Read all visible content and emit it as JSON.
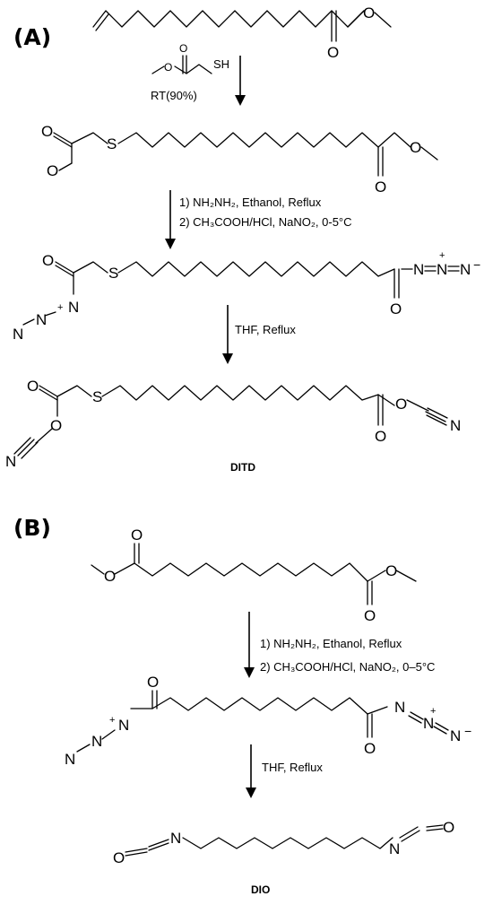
{
  "panels": {
    "a": "(A)",
    "b": "(B)"
  },
  "atoms": {
    "O": "O",
    "S": "S",
    "N": "N",
    "plus": "+",
    "minus": "−"
  },
  "steps": {
    "a1_reagent_sh": "SH",
    "a1_yield": "RT(90%)",
    "a2_line1": "1) NH₂NH₂, Ethanol, Reflux",
    "a2_line2": "2) CH₃COOH/HCl, NaNO₂, 0-5°C",
    "a3": "THF, Reflux",
    "b1_line1": "1) NH₂NH₂, Ethanol, Reflux",
    "b1_line2": "2) CH₃COOH/HCl, NaNO₂, 0–5°C",
    "b2": "THF, Reflux"
  },
  "products": {
    "ditd": "DITD",
    "dio": "DIO"
  }
}
